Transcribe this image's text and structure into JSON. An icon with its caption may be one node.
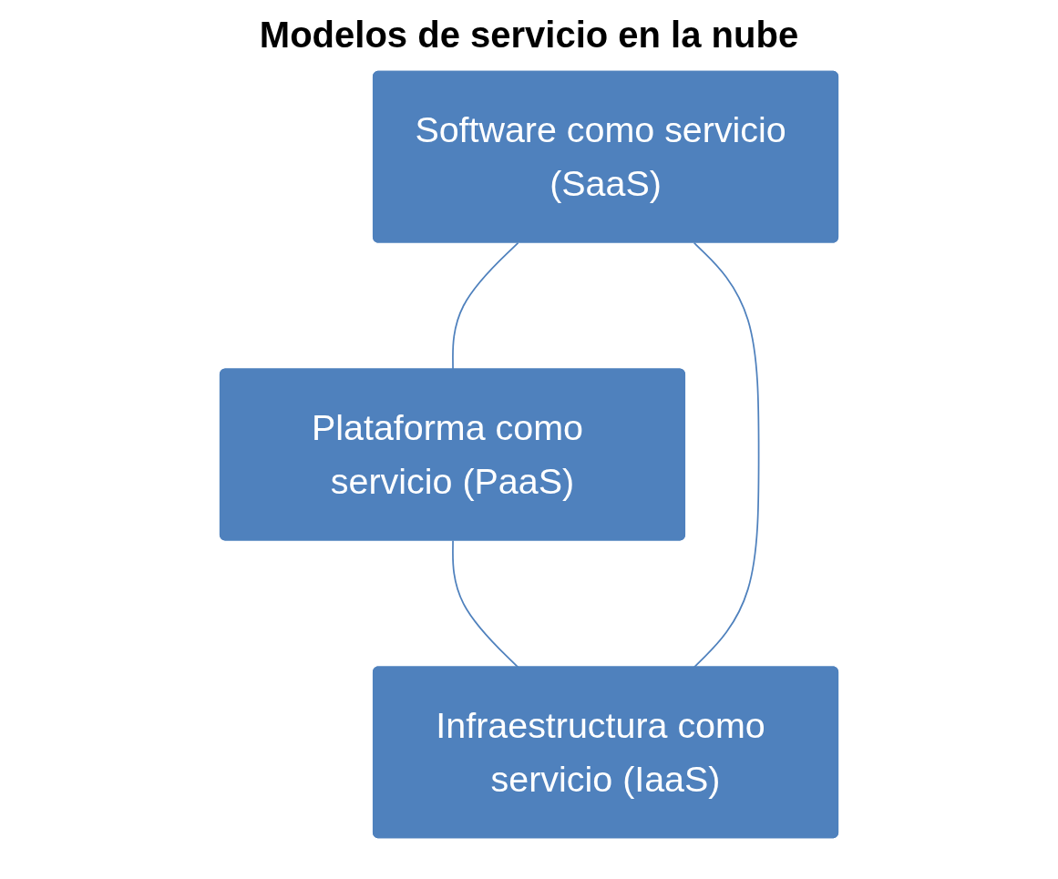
{
  "diagram": {
    "title": "Modelos de servicio en la nube",
    "nodes": [
      {
        "text": [
          "Software como servicio (SaaS)"
        ]
      },
      {
        "text": [
          "Infraestructura como servicio (IaaS)"
        ]
      },
      {
        "text": [
          "Plataforma como servicio (PaaS)"
        ]
      }
    ],
    "edges": [
      {
        "from": 0,
        "to": 2,
        "arrow": "none"
      },
      {
        "from": 2,
        "to": 1,
        "arrow": "none"
      },
      {
        "from": 1,
        "to": 0,
        "arrow": "none"
      }
    ]
  }
}
